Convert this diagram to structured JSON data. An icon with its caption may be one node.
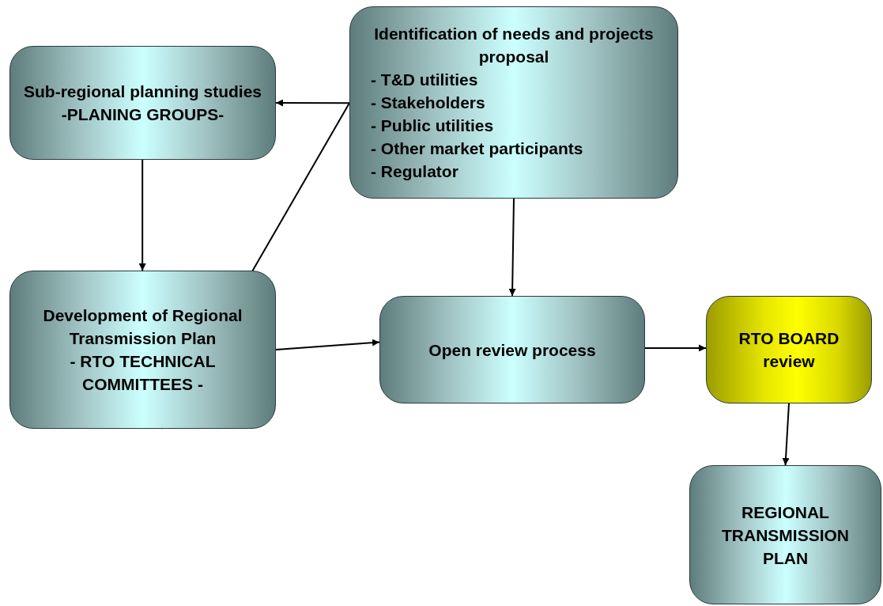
{
  "diagram": {
    "nodes": [
      {
        "text": [
          "Sub-regional planning studies",
          "-PLANING GROUPS-"
        ]
      },
      {
        "text": [
          "Identification of needs and projects proposal",
          "- T&D utilities",
          "- Stakeholders",
          "- Public utilities",
          "- Other market participants",
          "- Regulator"
        ]
      },
      {
        "text": [
          "Development of Regional Transmission Plan",
          "- RTO TECHNICAL COMMITTEES -"
        ]
      },
      {
        "text": [
          "Open review process"
        ]
      },
      {
        "text": [
          "RTO BOARD review"
        ]
      },
      {
        "text": [
          "REGIONAL TRANSMISSION PLAN"
        ]
      }
    ],
    "edges": [
      {
        "from": 1,
        "to": 0,
        "arrow": "to"
      },
      {
        "from": 1,
        "to": 2,
        "arrow": "to"
      },
      {
        "from": 0,
        "to": 2,
        "arrow": "to"
      },
      {
        "from": 1,
        "to": 3,
        "arrow": "to"
      },
      {
        "from": 2,
        "to": 3,
        "arrow": "to"
      },
      {
        "from": 3,
        "to": 4,
        "arrow": "to"
      },
      {
        "from": 4,
        "to": 5,
        "arrow": "to"
      }
    ]
  }
}
